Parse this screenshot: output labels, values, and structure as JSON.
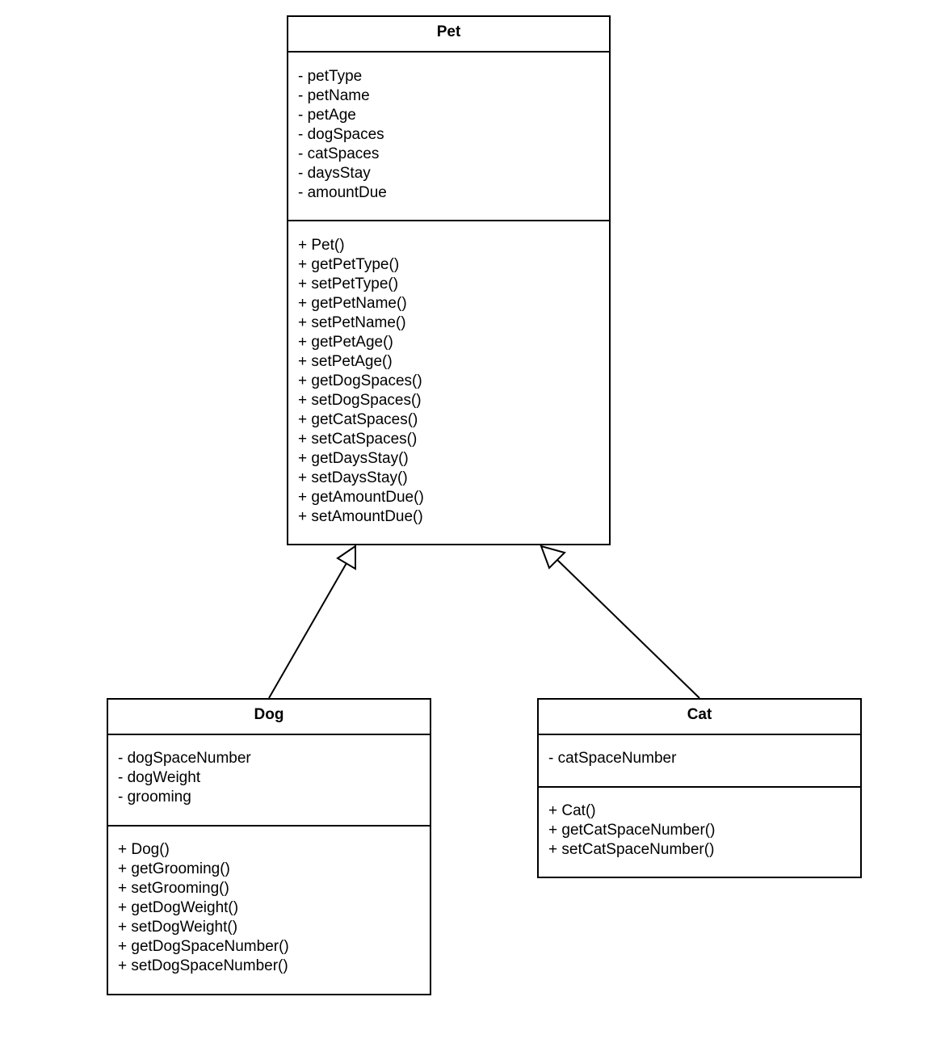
{
  "diagram": {
    "classes": {
      "pet": {
        "name": "Pet",
        "attributes": [
          "- petType",
          "- petName",
          "- petAge",
          "- dogSpaces",
          "- catSpaces",
          "- daysStay",
          "- amountDue"
        ],
        "operations": [
          "+ Pet()",
          "+ getPetType()",
          "+ setPetType()",
          "+ getPetName()",
          "+ setPetName()",
          "+ getPetAge()",
          "+ setPetAge()",
          "+ getDogSpaces()",
          "+ setDogSpaces()",
          "+ getCatSpaces()",
          "+ setCatSpaces()",
          "+ getDaysStay()",
          "+ setDaysStay()",
          "+ getAmountDue()",
          "+ setAmountDue()"
        ]
      },
      "dog": {
        "name": "Dog",
        "attributes": [
          "- dogSpaceNumber",
          "- dogWeight",
          "- grooming"
        ],
        "operations": [
          "+ Dog()",
          "+ getGrooming()",
          "+ setGrooming()",
          "+ getDogWeight()",
          "+ setDogWeight()",
          "+ getDogSpaceNumber()",
          "+ setDogSpaceNumber()"
        ]
      },
      "cat": {
        "name": "Cat",
        "attributes": [
          "- catSpaceNumber"
        ],
        "operations": [
          "+ Cat()",
          "+ getCatSpaceNumber()",
          "+ setCatSpaceNumber()"
        ]
      }
    },
    "relationships": [
      {
        "type": "generalization",
        "from": "Dog",
        "to": "Pet"
      },
      {
        "type": "generalization",
        "from": "Cat",
        "to": "Pet"
      }
    ],
    "colors": {
      "stroke": "#000000",
      "background": "#ffffff"
    }
  }
}
